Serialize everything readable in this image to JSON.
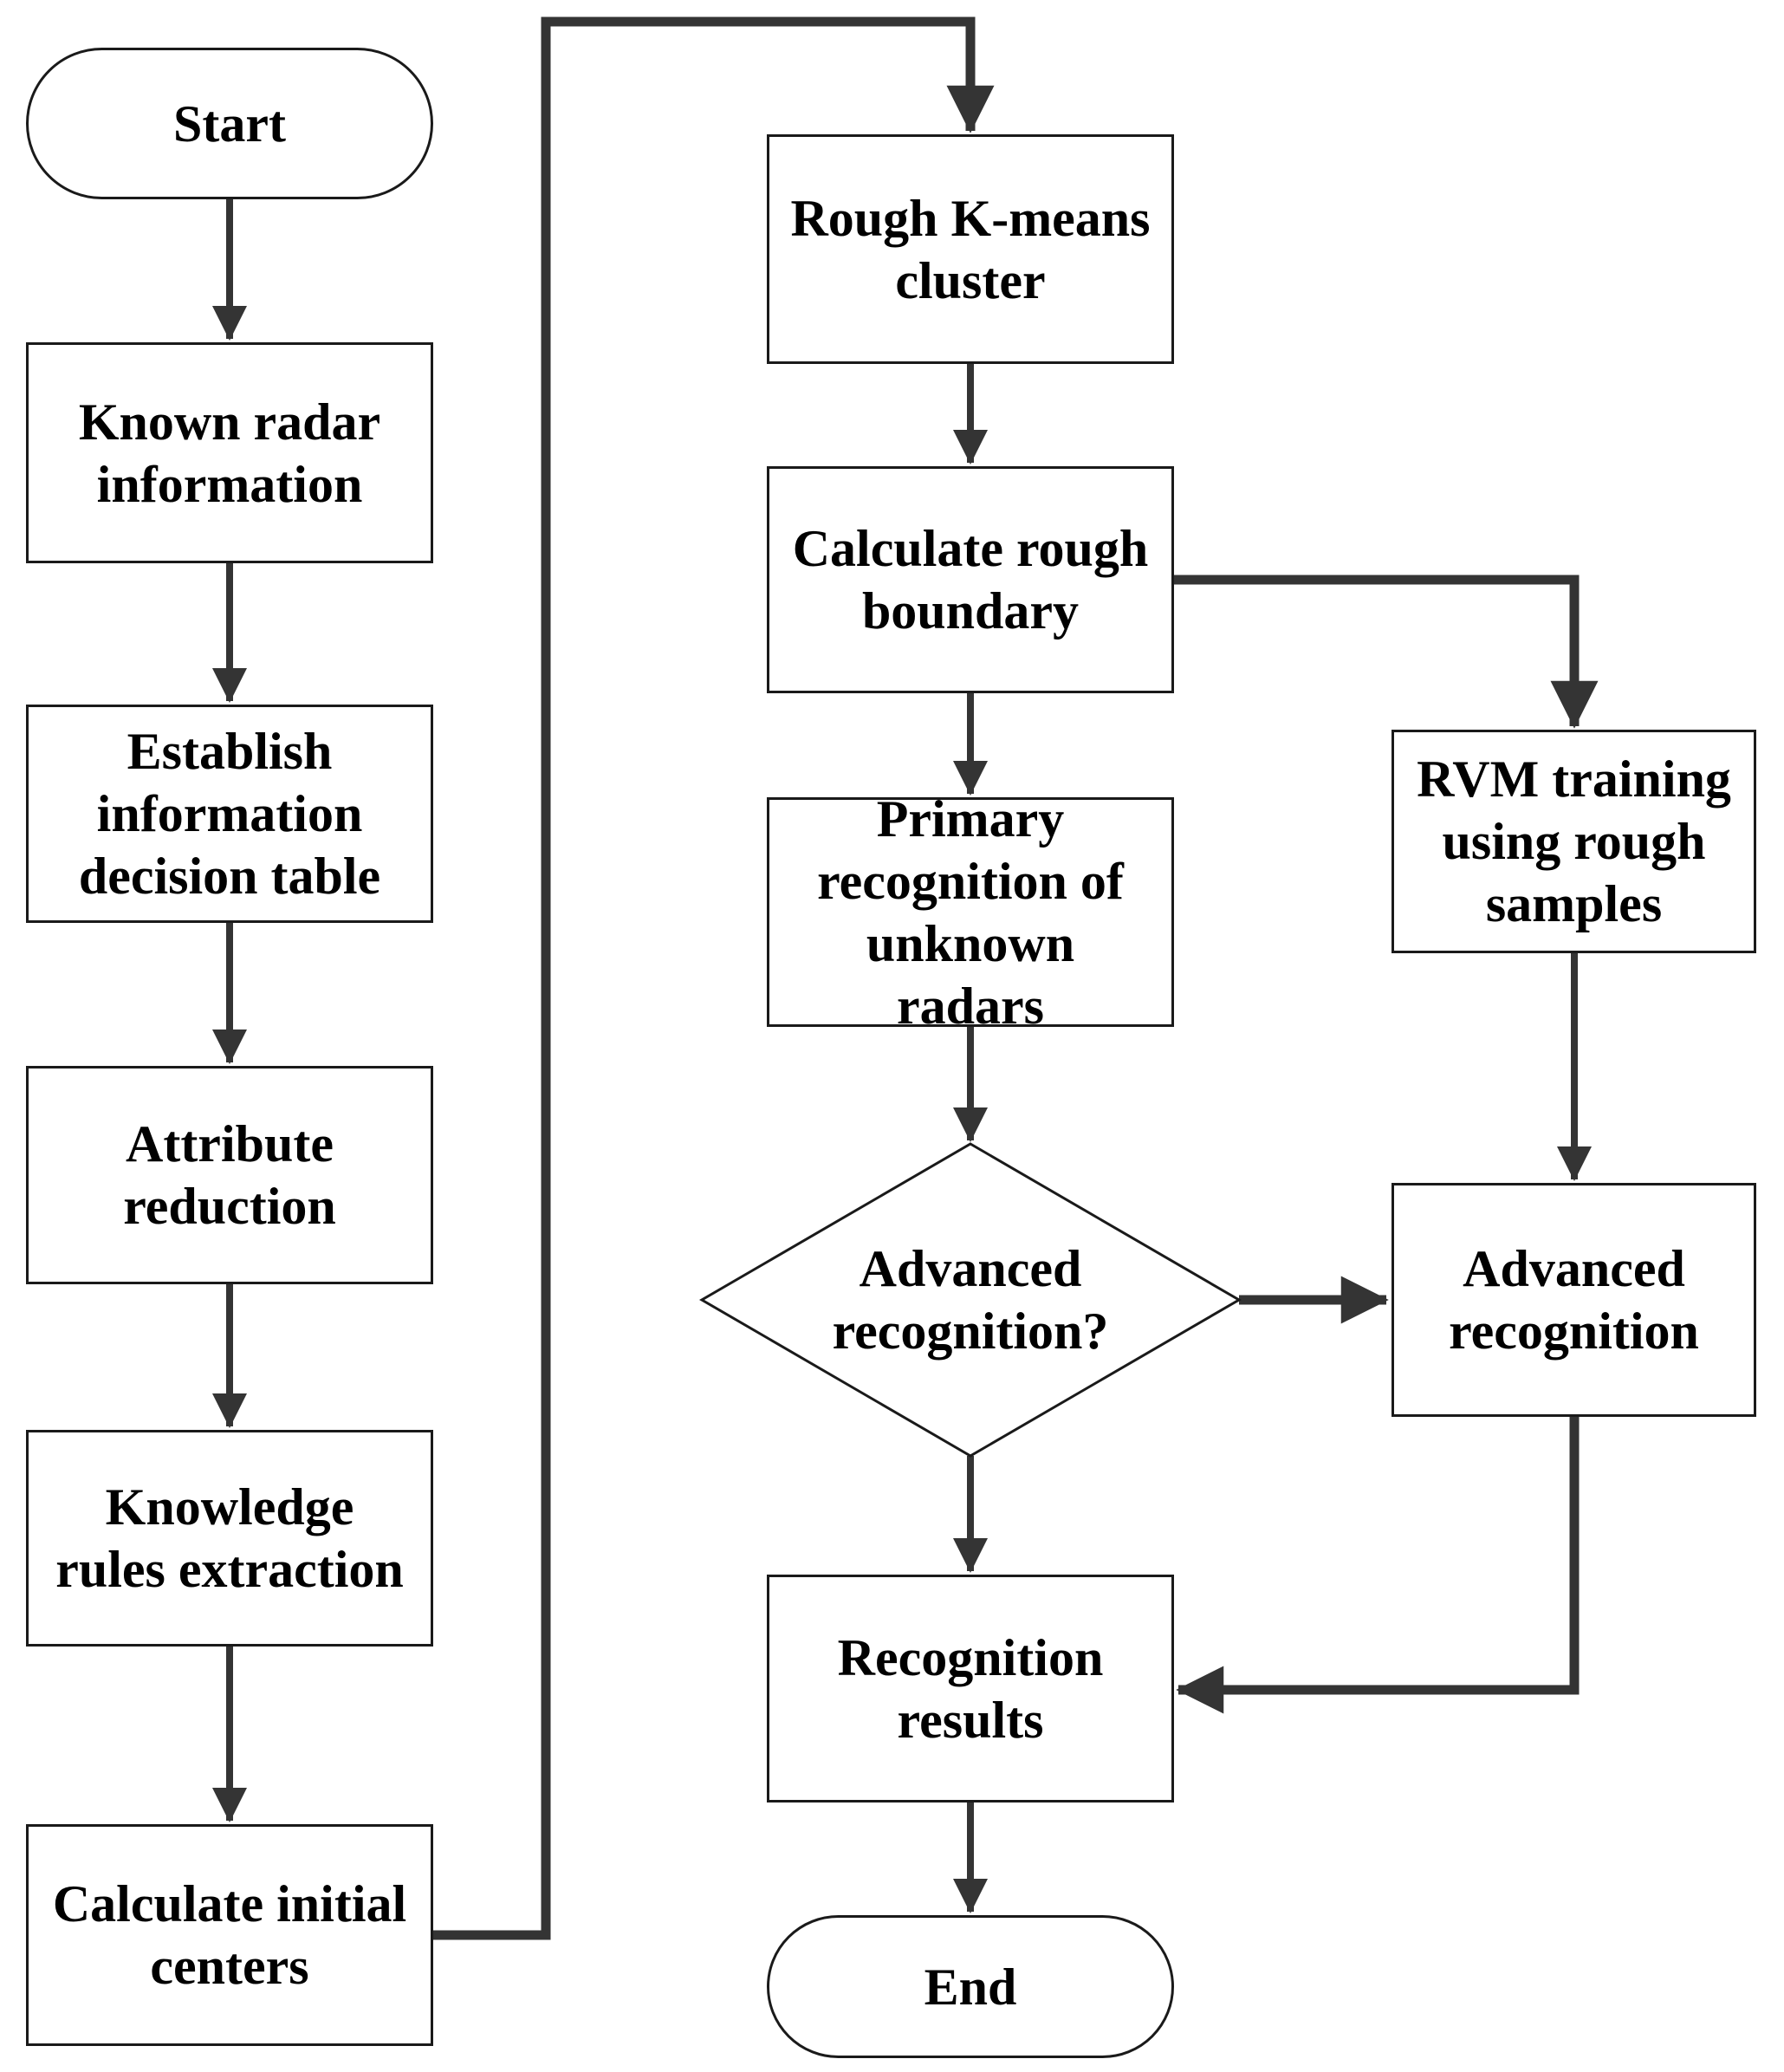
{
  "diagram": {
    "type": "flowchart",
    "background_color": "#ffffff",
    "line_color": "#343434",
    "border_color": "#1a1a1a",
    "text_color": "#000000",
    "nodes": {
      "start": {
        "label": "Start",
        "shape": "terminator"
      },
      "known_radar": {
        "label": "Known radar information",
        "shape": "process"
      },
      "establish_table": {
        "label": "Establish information decision table",
        "shape": "process"
      },
      "attribute_reduction": {
        "label": "Attribute reduction",
        "shape": "process"
      },
      "knowledge_rules": {
        "label": "Knowledge rules extraction",
        "shape": "process"
      },
      "calc_initial_centers": {
        "label": "Calculate initial centers",
        "shape": "process"
      },
      "rough_kmeans": {
        "label": "Rough K-means cluster",
        "shape": "process"
      },
      "calc_rough_boundary": {
        "label": "Calculate rough boundary",
        "shape": "process"
      },
      "primary_recognition": {
        "label": "Primary recognition of unknown radars",
        "shape": "process"
      },
      "advanced_decision": {
        "label": "Advanced recognition?",
        "shape": "decision"
      },
      "recognition_results": {
        "label": "Recognition results",
        "shape": "process"
      },
      "end": {
        "label": "End",
        "shape": "terminator"
      },
      "rvm_training": {
        "label": "RVM training using rough samples",
        "shape": "process"
      },
      "advanced_recognition": {
        "label": "Advanced recognition",
        "shape": "process"
      }
    },
    "edges": [
      {
        "from": "start",
        "to": "known_radar"
      },
      {
        "from": "known_radar",
        "to": "establish_table"
      },
      {
        "from": "establish_table",
        "to": "attribute_reduction"
      },
      {
        "from": "attribute_reduction",
        "to": "knowledge_rules"
      },
      {
        "from": "knowledge_rules",
        "to": "calc_initial_centers"
      },
      {
        "from": "calc_initial_centers",
        "to": "rough_kmeans"
      },
      {
        "from": "rough_kmeans",
        "to": "calc_rough_boundary"
      },
      {
        "from": "calc_rough_boundary",
        "to": "primary_recognition"
      },
      {
        "from": "calc_rough_boundary",
        "to": "rvm_training"
      },
      {
        "from": "primary_recognition",
        "to": "advanced_decision"
      },
      {
        "from": "rvm_training",
        "to": "advanced_recognition"
      },
      {
        "from": "advanced_decision",
        "to": "advanced_recognition"
      },
      {
        "from": "advanced_decision",
        "to": "recognition_results"
      },
      {
        "from": "advanced_recognition",
        "to": "recognition_results"
      },
      {
        "from": "recognition_results",
        "to": "end"
      }
    ]
  }
}
